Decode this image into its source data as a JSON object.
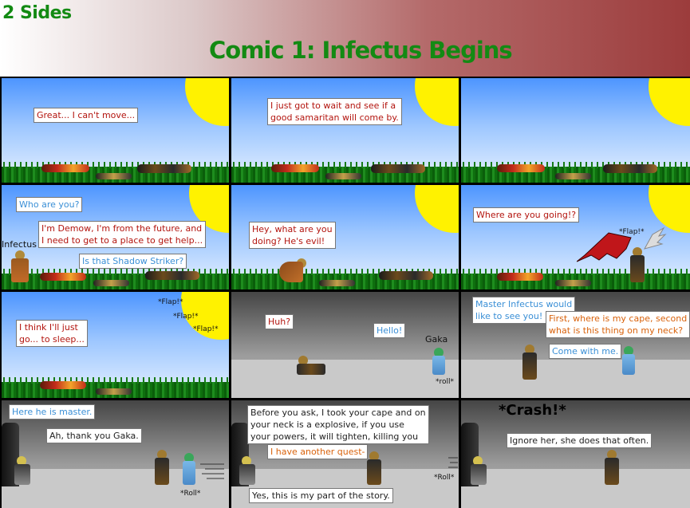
{
  "header": {
    "series_title": "2 Sides",
    "comic_title": "Comic 1: Infectus Begins"
  },
  "panels": {
    "p1": {
      "dialogue": [
        "Great... I can't move..."
      ]
    },
    "p2": {
      "dialogue": [
        "I just got to wait and see if a",
        "good samaritan will come by."
      ]
    },
    "p3": {
      "dialogue": []
    },
    "p4": {
      "speaker_label": "Infectus",
      "dialogue_a": "Who are you?",
      "dialogue_b": [
        "I'm Demow, I'm from the future, and",
        "I need to get to a place to get help..."
      ],
      "dialogue_c": "Is that Shadow Striker?"
    },
    "p5": {
      "dialogue": [
        "Hey, what are you",
        "doing? He's evil!"
      ]
    },
    "p6": {
      "dialogue": "Where are you going!?",
      "sfx": "*Flap!*"
    },
    "p7": {
      "dialogue": [
        "I think I'll just",
        "go... to sleep..."
      ],
      "sfx": [
        "*Flap!*",
        "*Flap!*",
        "*Flap!*"
      ]
    },
    "p8": {
      "dialogue_a": "Huh?",
      "dialogue_b": "Hello!",
      "speaker_label": "Gaka",
      "sfx": "*roll*"
    },
    "p9": {
      "dialogue_a": [
        "Master Infectus would",
        "like to see you!"
      ],
      "dialogue_b": [
        "First, where is my cape, second",
        "what is this thing on my neck?"
      ],
      "dialogue_c": "Come with me."
    },
    "p10": {
      "dialogue_a": "Here he is master.",
      "dialogue_b": "Ah, thank you Gaka.",
      "sfx": "*Roll*"
    },
    "p11": {
      "dialogue_a": [
        "Before you ask, I took your cape and on",
        "your neck is a explosive, if you use",
        "your powers, it will tighten, killing you"
      ],
      "dialogue_b": "I have another quest-",
      "dialogue_c": "Yes, this is my part of the story.",
      "sfx": "*Roll*"
    },
    "p12": {
      "sfx": "*Crash!*",
      "dialogue": "Ignore her, she does that often."
    }
  }
}
